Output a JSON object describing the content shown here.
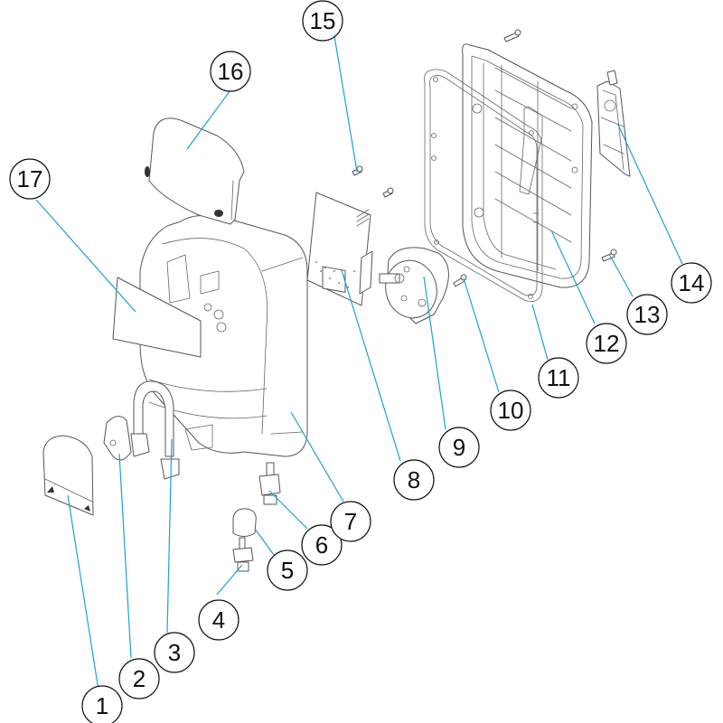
{
  "diagram": {
    "type": "exploded-parts-view",
    "leader_color": "#1ea0d8",
    "line_art_color": "#555555",
    "callout_border_color": "#111111",
    "callouts": [
      {
        "id": 1,
        "label": "1",
        "part": "front-cover"
      },
      {
        "id": 2,
        "label": "2",
        "part": "peristaltic-pump-head"
      },
      {
        "id": 3,
        "label": "3",
        "part": "pump-tube"
      },
      {
        "id": 4,
        "label": "4",
        "part": "hose-connector"
      },
      {
        "id": 5,
        "label": "5",
        "part": "cable-gland-cap"
      },
      {
        "id": 6,
        "label": "6",
        "part": "cable-gland"
      },
      {
        "id": 7,
        "label": "7",
        "part": "main-housing"
      },
      {
        "id": 8,
        "label": "8",
        "part": "control-pcb"
      },
      {
        "id": 9,
        "label": "9",
        "part": "motor"
      },
      {
        "id": 10,
        "label": "10",
        "part": "motor-screw"
      },
      {
        "id": 11,
        "label": "11",
        "part": "gasket"
      },
      {
        "id": 12,
        "label": "12",
        "part": "back-cover"
      },
      {
        "id": 13,
        "label": "13",
        "part": "back-cover-screw"
      },
      {
        "id": 14,
        "label": "14",
        "part": "wall-bracket"
      },
      {
        "id": 15,
        "label": "15",
        "part": "pcb-screw"
      },
      {
        "id": 16,
        "label": "16",
        "part": "top-cover"
      },
      {
        "id": 17,
        "label": "17",
        "part": "front-label"
      }
    ]
  }
}
